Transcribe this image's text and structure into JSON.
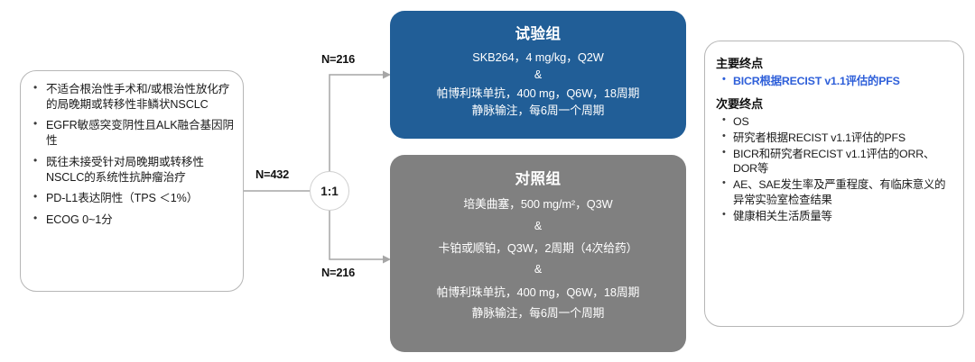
{
  "eligibility": {
    "name": "eligibility-criteria",
    "items": [
      "不适合根治性手术和/或根治性放化疗的局晚期或转移性非鳞状NSCLC",
      "EGFR敏感突变阴性且ALK融合基因阴性",
      "既往未接受针对局晚期或转移性NSCLC的系统性抗肿瘤治疗",
      "PD-L1表达阴性（TPS ＜1%）",
      "ECOG 0~1分"
    ]
  },
  "flow": {
    "total_label": "N=432",
    "randomization_ratio": "1:1",
    "experimental_n_label": "N=216",
    "control_n_label": "N=216"
  },
  "experimental_arm": {
    "title": "试验组",
    "lines": [
      "SKB264，4 mg/kg，Q2W",
      "&",
      "帕博利珠单抗，400 mg，Q6W，18周期",
      "静脉输注，每6周一个周期"
    ]
  },
  "control_arm": {
    "title": "对照组",
    "lines": [
      "培美曲塞，500 mg/m²，Q3W",
      "&",
      "卡铂或顺铂，Q3W，2周期（4次给药）",
      "&",
      "帕博利珠单抗，400 mg，Q6W，18周期",
      "静脉输注，每6周一个周期"
    ]
  },
  "endpoints": {
    "primary_heading": "主要终点",
    "primary_items": [
      "BICR根据RECIST v1.1评估的PFS"
    ],
    "secondary_heading": "次要终点",
    "secondary_items": [
      "OS",
      "研究者根据RECIST v1.1评估的PFS",
      "BICR和研究者RECIST v1.1评估的ORR、DOR等",
      "AE、SAE发生率及严重程度、有临床意义的异常实验室检查结果",
      "健康相关生活质量等"
    ]
  },
  "colors": {
    "experimental_box": "#215E97",
    "control_box": "#808080",
    "primary_endpoint_text": "#2E5FD9",
    "connector": "#A6A6A6",
    "card_border": "#B6B6B6"
  }
}
